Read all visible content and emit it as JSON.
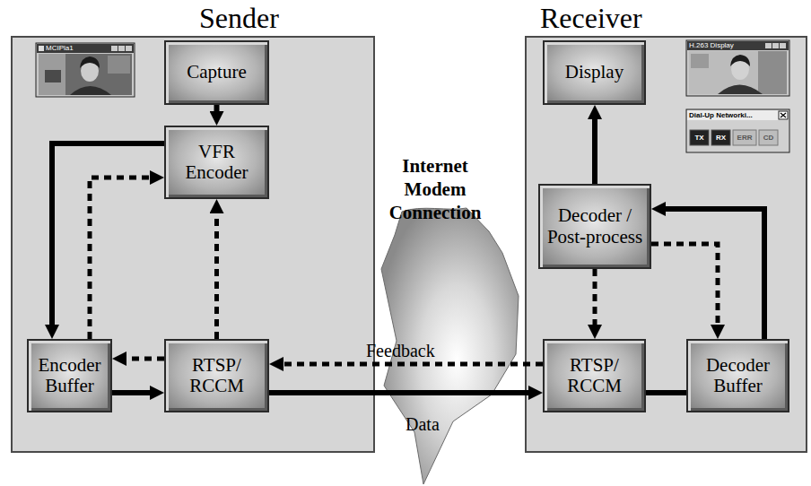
{
  "diagram": {
    "nodes": [
      {
        "text": [
          "Sender"
        ]
      },
      {
        "text": [
          "Capture"
        ],
        "in": 0
      },
      {
        "text": [
          "VFR Encoder"
        ],
        "in": 0
      },
      {
        "text": [
          "Encoder Buffer"
        ],
        "in": 0
      },
      {
        "text": [
          "RTSP/ RCCM"
        ],
        "in": 0
      },
      {
        "text": [
          "Receiver"
        ]
      },
      {
        "text": [
          "Display"
        ],
        "in": 5
      },
      {
        "text": [
          "Decoder / Post-process"
        ],
        "in": 5
      },
      {
        "text": [
          "RTSP/ RCCM"
        ],
        "in": 5
      },
      {
        "text": [
          "Decoder Buffer"
        ],
        "in": 5
      }
    ],
    "edges": [
      {
        "from": 1,
        "to": 2,
        "arrow": "to"
      },
      {
        "from": 2,
        "to": 3,
        "arrow": "to"
      },
      {
        "from": 3,
        "to": 2,
        "arrow": "to"
      },
      {
        "from": 4,
        "to": 2,
        "arrow": "to"
      },
      {
        "from": 4,
        "to": 3,
        "arrow": "to"
      },
      {
        "from": 3,
        "to": 4,
        "arrow": "to"
      },
      {
        "from": 4,
        "to": 8,
        "label": "Data",
        "arrow": "to"
      },
      {
        "from": 8,
        "to": 4,
        "label": "Feedback",
        "arrow": "to"
      },
      {
        "from": 8,
        "to": 9,
        "arrow": "none"
      },
      {
        "from": 9,
        "to": 7,
        "arrow": "to"
      },
      {
        "from": 7,
        "to": 6,
        "arrow": "to"
      },
      {
        "from": 7,
        "to": 8,
        "arrow": "to"
      },
      {
        "from": 7,
        "to": 9,
        "arrow": "to"
      }
    ],
    "labels": [
      "Internet Modem Connection",
      "MCIPla1",
      "H.263 Display",
      "Dial-Up Networki...",
      "TX",
      "RX",
      "ERR",
      "CD"
    ]
  }
}
